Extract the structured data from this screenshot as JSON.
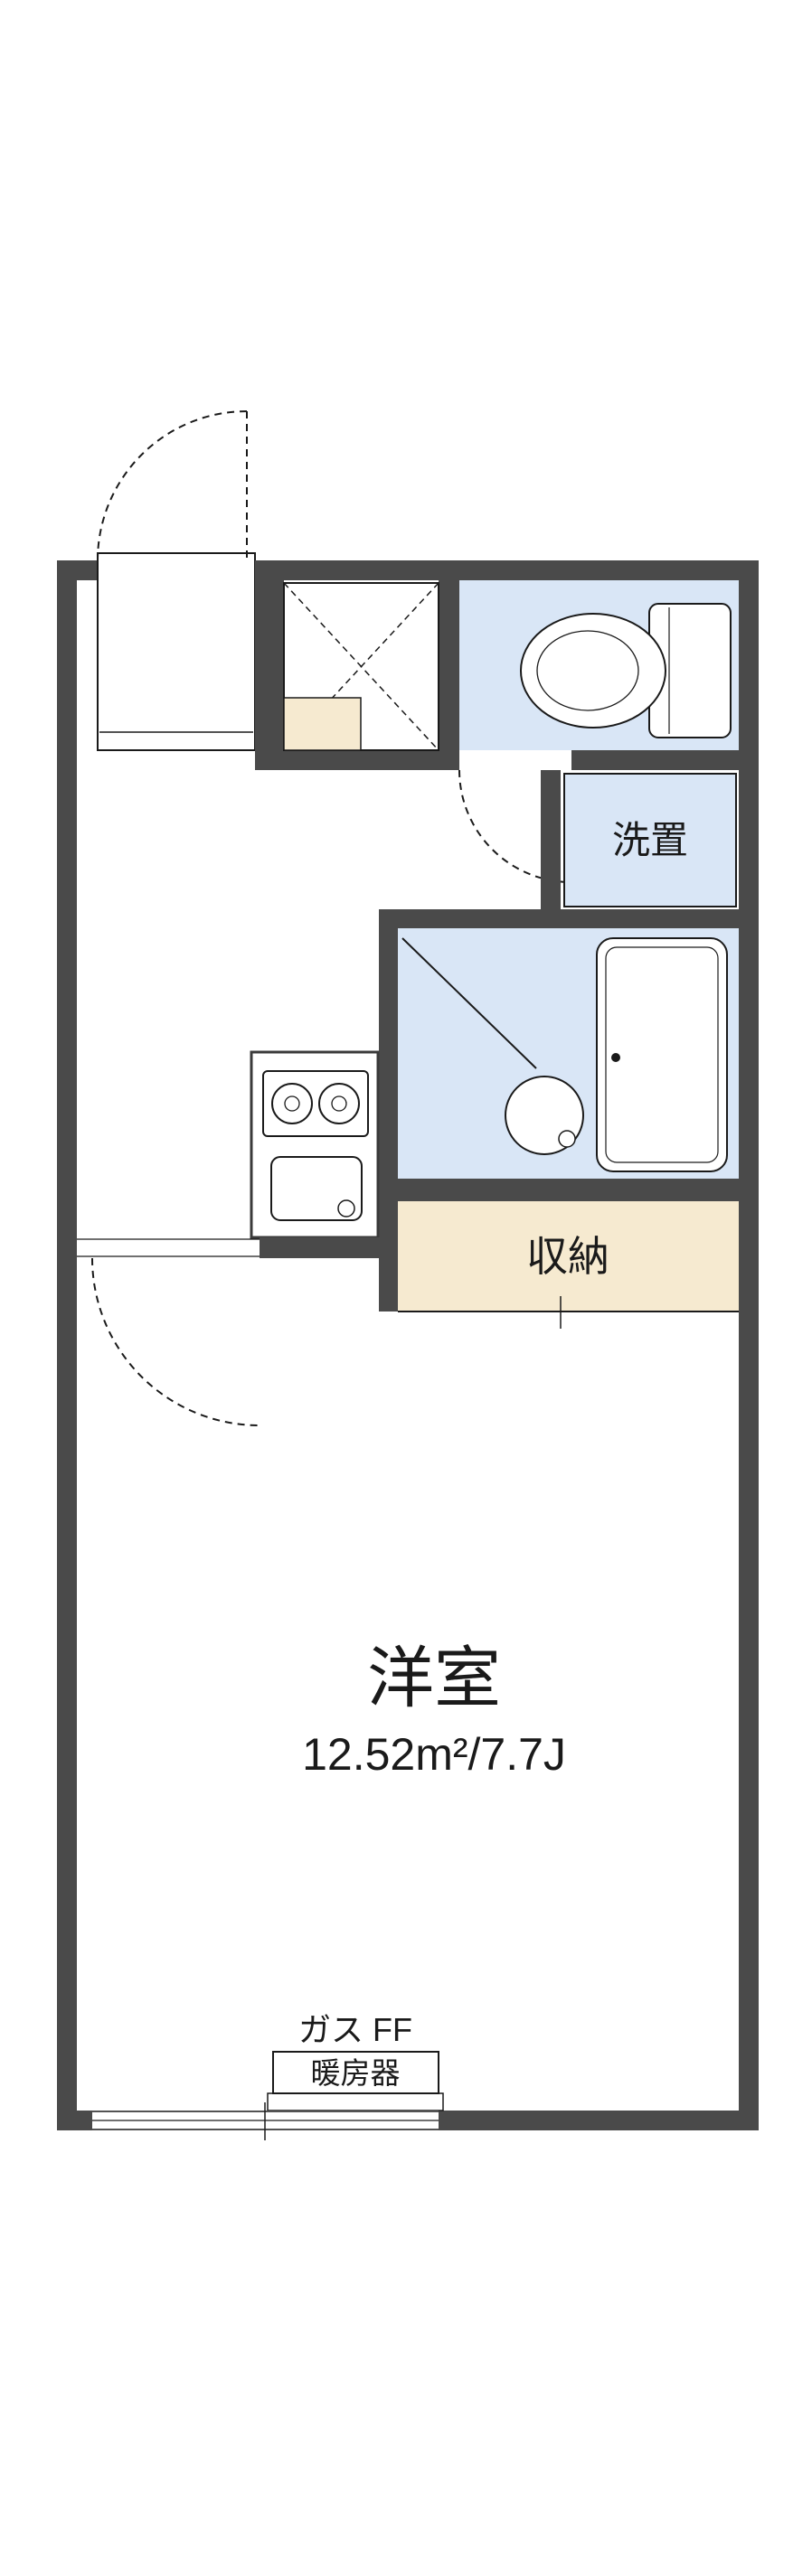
{
  "floor_plan": {
    "labels": {
      "main_room_name": "洋室",
      "main_room_area": "12.52m²/7.7J",
      "closet": "収納",
      "washer_space": "洗置",
      "heater_top": "ガス FF",
      "heater_bottom": "暖房器"
    },
    "fixtures": [
      "entrance-door-swing-arc",
      "toilet-icon",
      "washer-space",
      "bathtub-icon",
      "wash-basin-icon",
      "bath-door-line",
      "stove-burners-icon",
      "kitchen-sink-icon",
      "room-door-swing-arc",
      "closet",
      "gas-ff-heater",
      "window"
    ],
    "colors": {
      "wall": "#4a4a4a",
      "wet_area_blue": "#d9e6f6",
      "closet_beige": "#f6ead0",
      "line": "#1a1a1a",
      "background": "#ffffff"
    }
  }
}
